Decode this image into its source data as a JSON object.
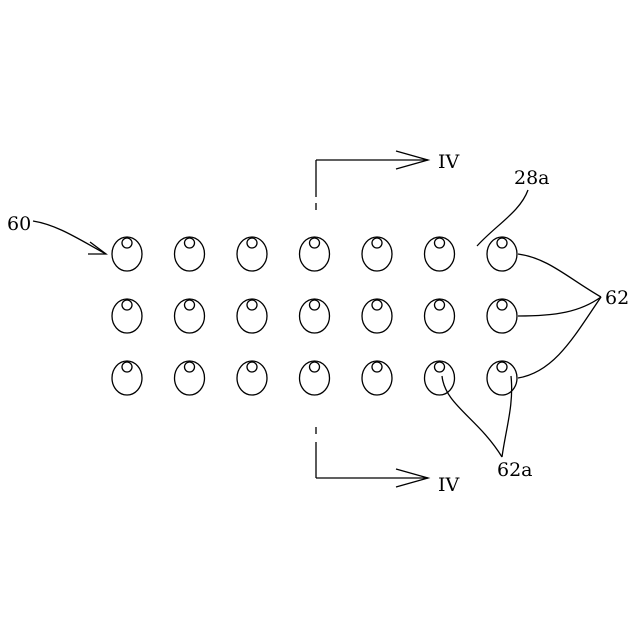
{
  "figure": {
    "labels": {
      "assembly": "60",
      "element": "28a",
      "cells": "62",
      "holes": "62a",
      "section_top": "IV",
      "section_bottom": "IV"
    },
    "grid": {
      "rows": 3,
      "columns": 7
    },
    "colors": {
      "ink": "#000000",
      "background": "#ffffff"
    }
  }
}
